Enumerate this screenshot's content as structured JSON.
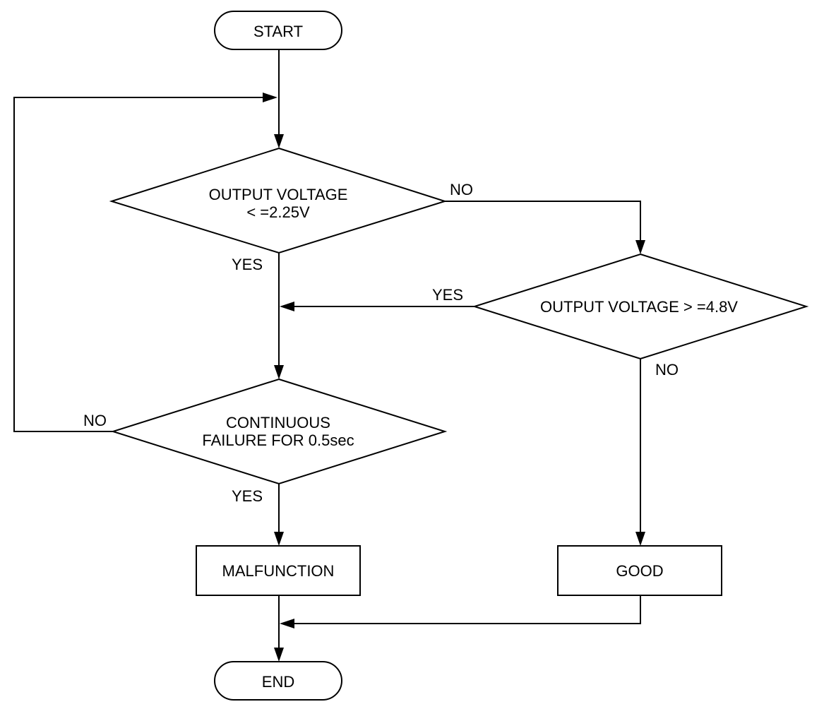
{
  "nodes": {
    "start": {
      "label": "START"
    },
    "decision_low": {
      "line1": "OUTPUT VOLTAGE",
      "line2": "< =2.25V"
    },
    "decision_high": {
      "label": "OUTPUT VOLTAGE > =4.8V"
    },
    "decision_continuous": {
      "line1": "CONTINUOUS",
      "line2": "FAILURE FOR 0.5sec"
    },
    "malfunction": {
      "label": "MALFUNCTION"
    },
    "good": {
      "label": "GOOD"
    },
    "end": {
      "label": "END"
    }
  },
  "edges": {
    "low_no": "NO",
    "low_yes": "YES",
    "high_yes": "YES",
    "high_no": "NO",
    "continuous_no": "NO",
    "continuous_yes": "YES"
  },
  "colors": {
    "stroke": "#000000",
    "background": "#ffffff"
  }
}
